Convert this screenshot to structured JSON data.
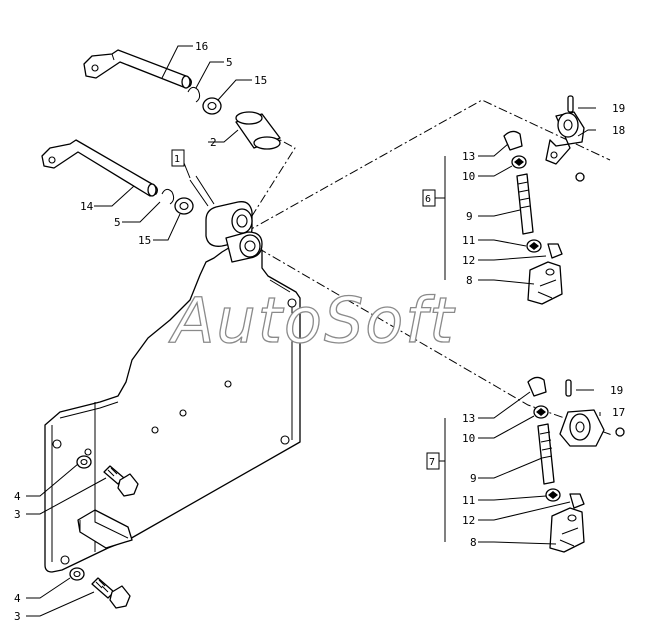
{
  "watermark": "AutoSoft",
  "callouts": {
    "c16": "16",
    "c5a": "5",
    "c15a": "15",
    "c2": "2",
    "c1": "1",
    "c14": "14",
    "c5b": "5",
    "c15b": "15",
    "c19a": "19",
    "c18": "18",
    "c13a": "13",
    "c10a": "10",
    "c6": "6",
    "c9a": "9",
    "c11a": "11",
    "c12a": "12",
    "c8a": "8",
    "c19b": "19",
    "c17": "17",
    "c13b": "13",
    "c10b": "10",
    "c7": "7",
    "c9b": "9",
    "c11b": "11",
    "c12b": "12",
    "c8b": "8",
    "c4a": "4",
    "c3a": "3",
    "c4b": "4",
    "c3b": "3"
  }
}
